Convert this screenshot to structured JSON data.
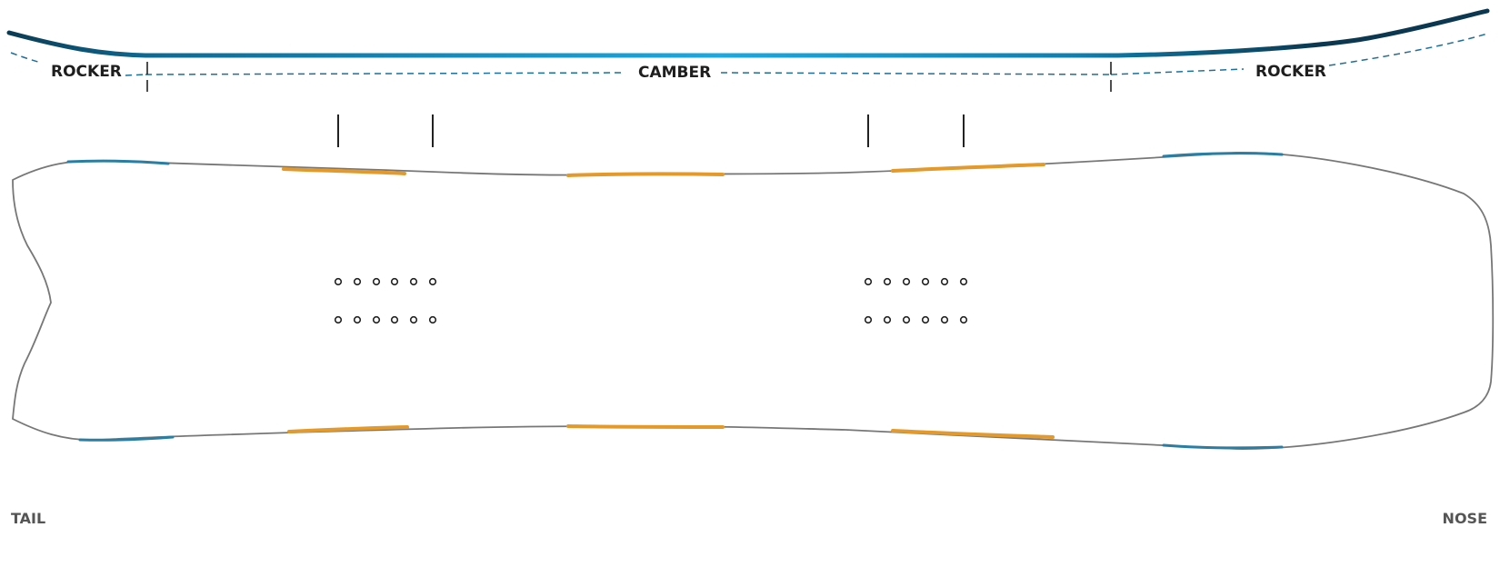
{
  "profile": {
    "tail_zone_label": "ROCKER",
    "center_zone_label": "CAMBER",
    "nose_zone_label": "ROCKER"
  },
  "board": {
    "tail_label": "TAIL",
    "nose_label": "NOSE",
    "stances": [
      {
        "holes_per_row": 6,
        "rows": 2
      },
      {
        "holes_per_row": 6,
        "rows": 2
      }
    ]
  },
  "colors": {
    "outline": "#777777",
    "edge_blue": "#2a7ea3",
    "edge_orange": "#e49a2b",
    "profile_light_blue": "#1aa9e0",
    "profile_dark_blue": "#0b3850",
    "dashed_line": "#1d6f9c",
    "marker": "#222222"
  }
}
